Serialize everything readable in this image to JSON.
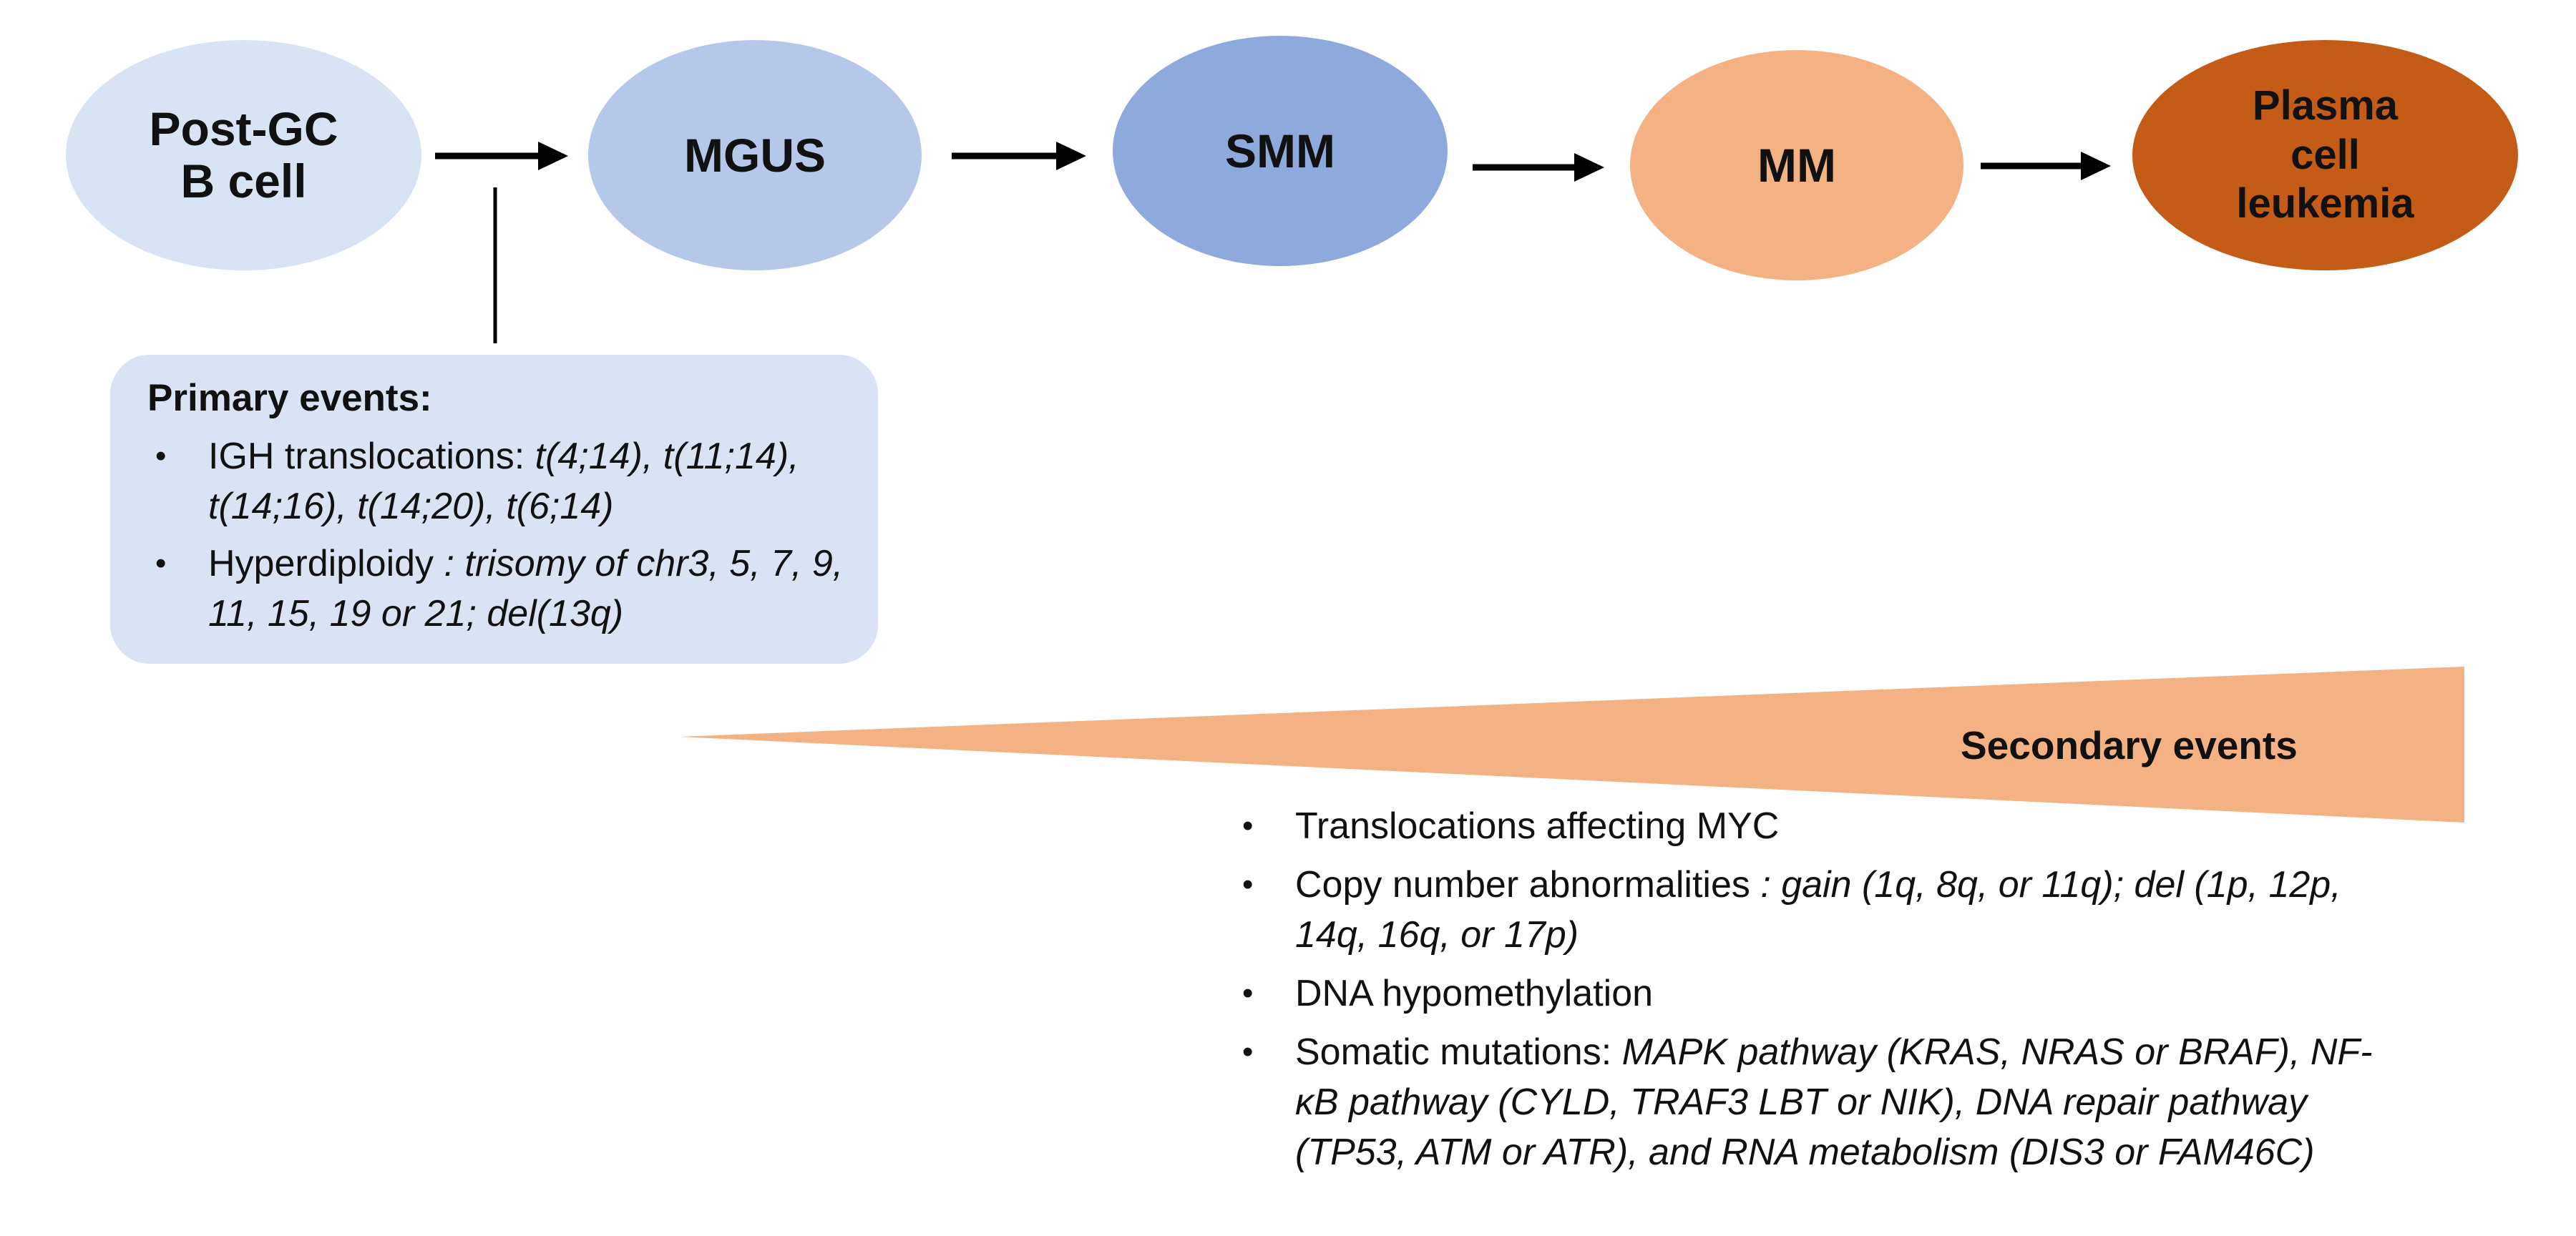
{
  "stages": [
    {
      "label": "Post-GC\nB cell",
      "color": "#d8e3f3"
    },
    {
      "label": "MGUS",
      "color": "#b5c8e9"
    },
    {
      "label": "SMM",
      "color": "#8eaadd"
    },
    {
      "label": "MM",
      "color": "#f3b184"
    },
    {
      "label": "Plasma\ncell\nleukemia",
      "color": "#c45b16"
    }
  ],
  "primary": {
    "title": "Primary events:",
    "box_color": "#d9e3f3",
    "items": [
      {
        "lead": "IGH translocations:  ",
        "detail": "t(4;14), t(11;14), t(14;16), t(14;20), t(6;14)"
      },
      {
        "lead": "Hyperdiploidy ",
        "detail": ": trisomy of chr3, 5, 7, 9, 11, 15, 19 or 21; del(13q)"
      }
    ]
  },
  "secondary": {
    "label": "Secondary events",
    "wedge_color": "#f3b184",
    "items": [
      {
        "lead": "Translocations affecting MYC",
        "detail": ""
      },
      {
        "lead": "Copy number abnormalities ",
        "detail": " : gain (1q, 8q, or 11q); del (1p, 12p, 14q, 16q, or 17p)"
      },
      {
        "lead": "DNA hypomethylation",
        "detail": ""
      },
      {
        "lead": "Somatic mutations: ",
        "detail": "MAPK pathway (KRAS, NRAS or BRAF), NF-κB pathway (CYLD, TRAF3 LBT or NIK), DNA repair pathway (TP53, ATM or ATR), and RNA metabolism (DIS3 or FAM46C)"
      }
    ]
  }
}
